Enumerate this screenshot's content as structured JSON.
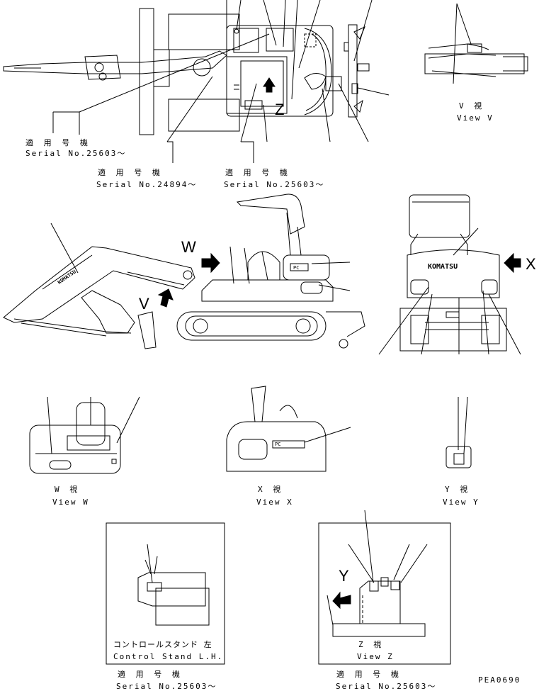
{
  "drawing_id": "PEA0690",
  "letters": {
    "w": "W",
    "v": "V",
    "x": "X",
    "y": "Y",
    "z": "Z"
  },
  "top_view": {
    "label_a": {
      "jp": "適 用 号 機",
      "serial": "Serial No.25603〜"
    },
    "label_b": {
      "jp": "適 用 号 機",
      "serial": "Serial No.24894〜"
    },
    "label_c": {
      "jp": "適 用 号 機",
      "serial": "Serial No.25603〜"
    }
  },
  "views": {
    "v": {
      "jp": "V  視",
      "en": "View V"
    },
    "w": {
      "jp": "W  視",
      "en": "View W"
    },
    "x": {
      "jp": "X  視",
      "en": "View X"
    },
    "y": {
      "jp": "Y  視",
      "en": "View Y"
    },
    "z": {
      "jp": "Z  視",
      "en": "View Z"
    }
  },
  "decals": {
    "brand": "KOMATSU",
    "pc": "PC"
  },
  "control_stand": {
    "jp": "コントロールスタンド 左",
    "en": "Control Stand L.H."
  },
  "bottom_left": {
    "jp": "適 用 号 機",
    "serial": "Serial No.25603〜"
  },
  "bottom_right": {
    "jp": "適 用 号 機",
    "serial": "Serial No.25603〜"
  }
}
